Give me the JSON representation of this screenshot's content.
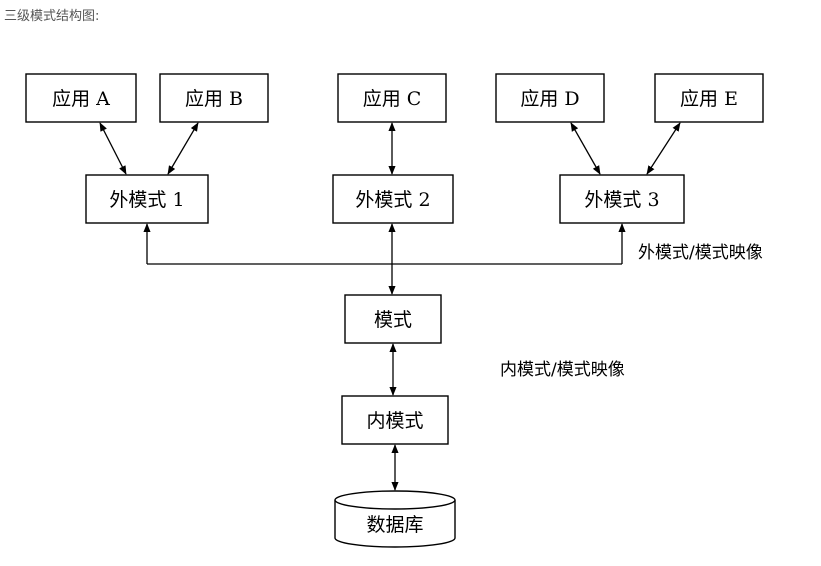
{
  "caption": "三级模式结构图:",
  "applications": [
    "应用 A",
    "应用 B",
    "应用 C",
    "应用 D",
    "应用 E"
  ],
  "external_schemas": [
    "外模式 1",
    "外模式 2",
    "外模式 3"
  ],
  "schema": "模式",
  "internal_schema": "内模式",
  "database": "数据库",
  "mapping_external": "外模式/模式映像",
  "mapping_internal": "内模式/模式映像"
}
